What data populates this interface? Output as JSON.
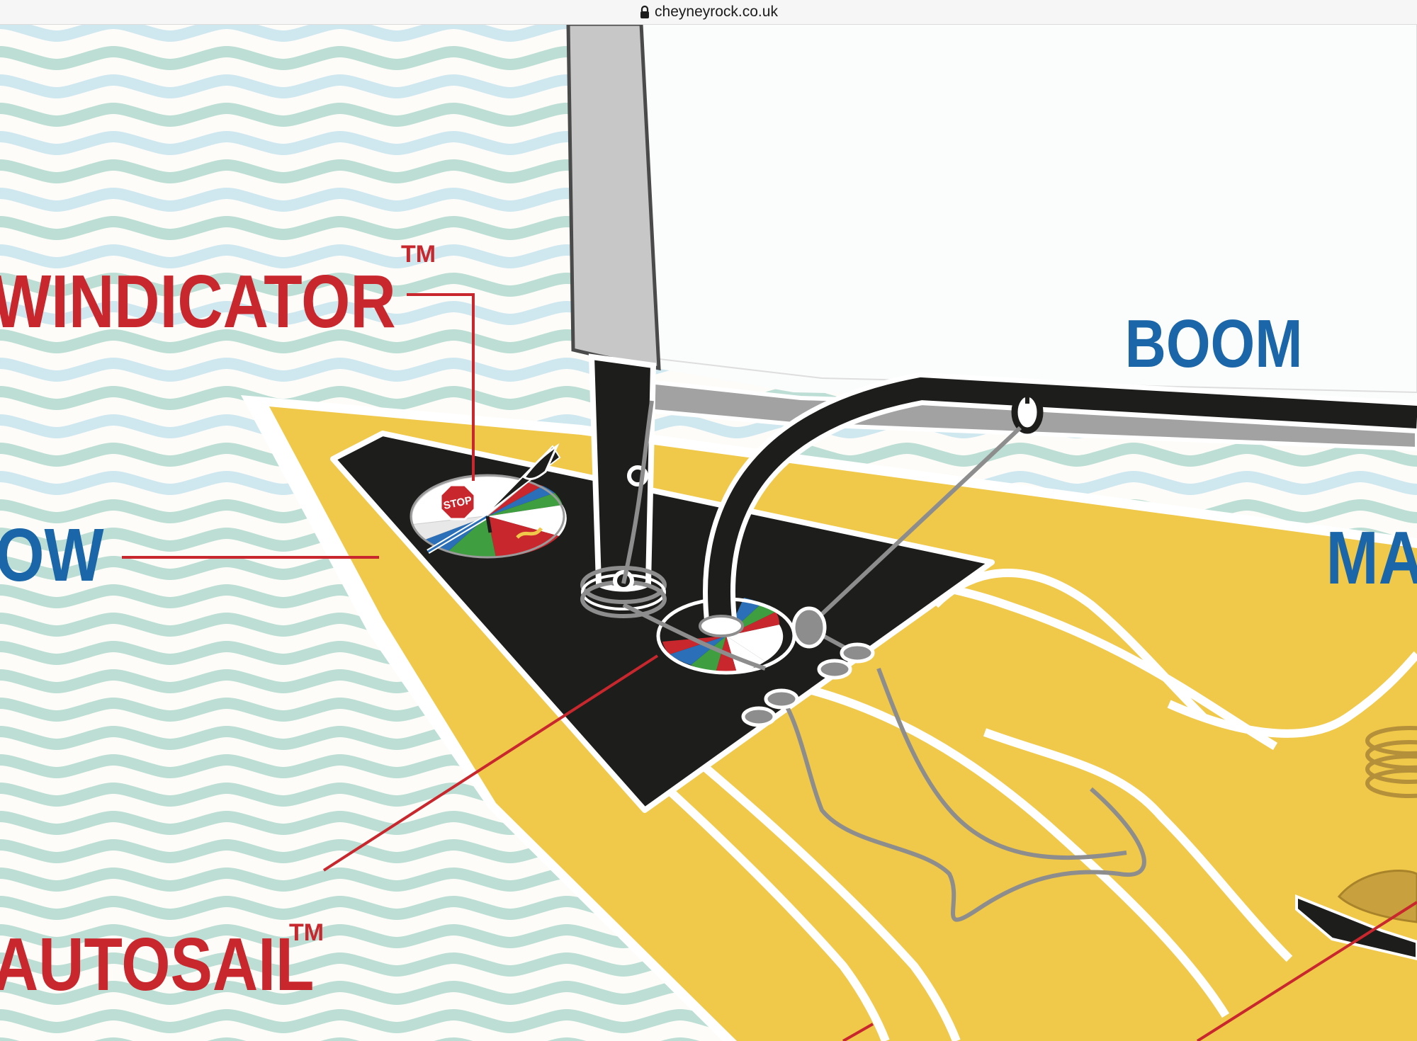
{
  "browser": {
    "url": "cheyneyrock.co.uk",
    "icons": {
      "lock": "lock-icon"
    }
  },
  "labels": {
    "windicator": "WINDICATOR",
    "windicator_tm": "TM",
    "bow": "OW",
    "autosail": "AUTOSAIL",
    "autosail_tm": "TM",
    "boom": "BOOM",
    "mast": "MA"
  },
  "dial_sign": "STOP",
  "colors": {
    "label_red": "#c8272d",
    "label_blue": "#1a66a8",
    "hull_yellow": "#f0c84a",
    "deck_black": "#1d1d1b",
    "sea_green": "#bcded4",
    "sea_blue": "#cfe7ef",
    "cloud_grey": "#b9b9b9"
  }
}
